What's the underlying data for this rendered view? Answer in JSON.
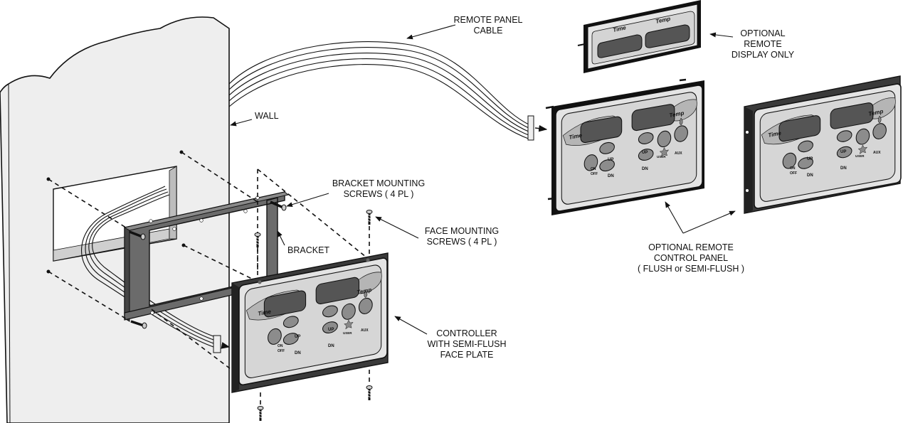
{
  "labels": {
    "remote_cable": [
      "REMOTE PANEL",
      "CABLE"
    ],
    "optional_display": [
      "OPTIONAL",
      "REMOTE",
      "DISPLAY ONLY"
    ],
    "wall": "WALL",
    "bracket_screws": [
      "BRACKET MOUNTING",
      "SCREWS ( 4 PL )"
    ],
    "face_screws": [
      "FACE MOUNTING",
      "SCREWS ( 4 PL )"
    ],
    "bracket": "BRACKET",
    "controller": [
      "CONTROLLER",
      "WITH SEMI-FLUSH",
      "FACE PLATE"
    ],
    "optional_remote_panel": [
      "OPTIONAL REMOTE",
      "CONTROL PANEL",
      "( FLUSH or SEMI-FLUSH )"
    ]
  },
  "panel": {
    "time": "Time",
    "temp": "Temp",
    "up": "UP",
    "dn": "DN",
    "on_off": [
      "ON",
      "OFF"
    ],
    "user": "USER",
    "aux": "AUX"
  },
  "colors": {
    "ink": "#111111",
    "faceplate": "#dcdcdc",
    "bezel": "#c9c9c9",
    "display": "#555555",
    "button": "#8c8c8c",
    "bracket": "#6b6b6b"
  }
}
